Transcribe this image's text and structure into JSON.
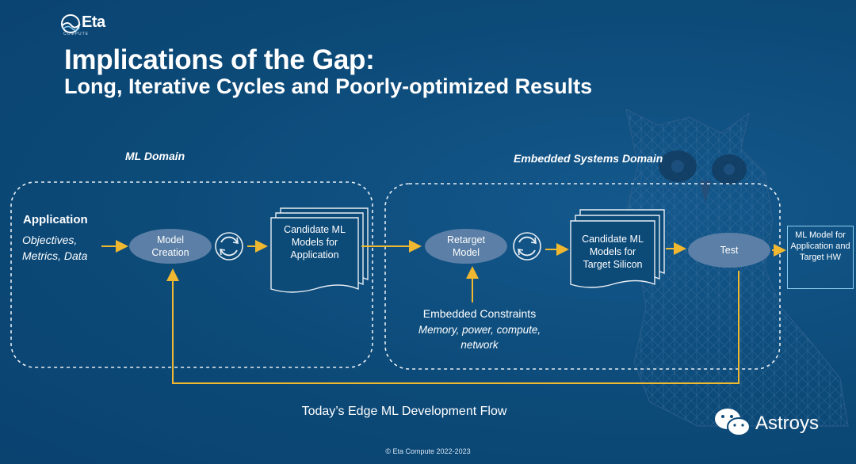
{
  "brand": {
    "name": "Eta",
    "sub": "COMPUTE"
  },
  "title": "Implications of the Gap:",
  "subtitle": "Long, Iterative Cycles and Poorly-optimized Results",
  "ml_domain": {
    "label": "ML Domain",
    "application_title": "Application",
    "application_sub": "Objectives, Metrics, Data",
    "model_creation": "Model Creation",
    "candidates": "Candidate ML Models for Application"
  },
  "embedded_domain": {
    "label": "Embedded Systems Domain",
    "retarget": "Retarget Model",
    "candidates": "Candidate ML Models for Target Silicon",
    "test": "Test",
    "constraints_title": "Embedded Constraints",
    "constraints_sub": "Memory, power, compute, network"
  },
  "output": "ML Model for Application and Target HW",
  "flow_caption": "Today’s Edge ML Development Flow",
  "copyright": "© Eta Compute 2022-2023",
  "watermark": "Astroys",
  "colors": {
    "background": "#0c4a78",
    "arrow": "#f0b830",
    "node": "#5b7fa6",
    "output_border": "#8fd0f0"
  }
}
